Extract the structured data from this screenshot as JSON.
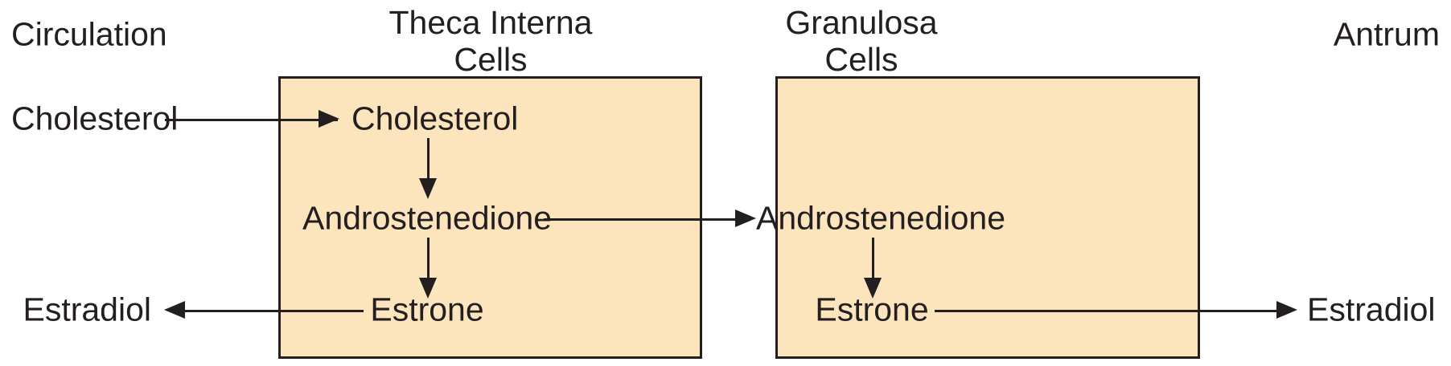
{
  "diagram": {
    "title_left_compartment": "Circulation",
    "title_right_compartment": "Antrum",
    "boxes": [
      {
        "id": "theca",
        "title_line1": "Theca Interna",
        "title_line2": "Cells",
        "molecules": [
          "Cholesterol",
          "Androstenedione",
          "Estrone"
        ]
      },
      {
        "id": "granulosa",
        "title_line1": "Granulosa",
        "title_line2": "Cells",
        "molecules": [
          "Androstenedione",
          "Estrone"
        ]
      }
    ],
    "external_labels": {
      "circulation_cholesterol": "Cholesterol",
      "circulation_estradiol": "Estradiol",
      "antrum_estradiol": "Estradiol"
    },
    "colors": {
      "cell_fill": "#fce5bd",
      "stroke": "#231f20",
      "background": "#ffffff"
    }
  }
}
